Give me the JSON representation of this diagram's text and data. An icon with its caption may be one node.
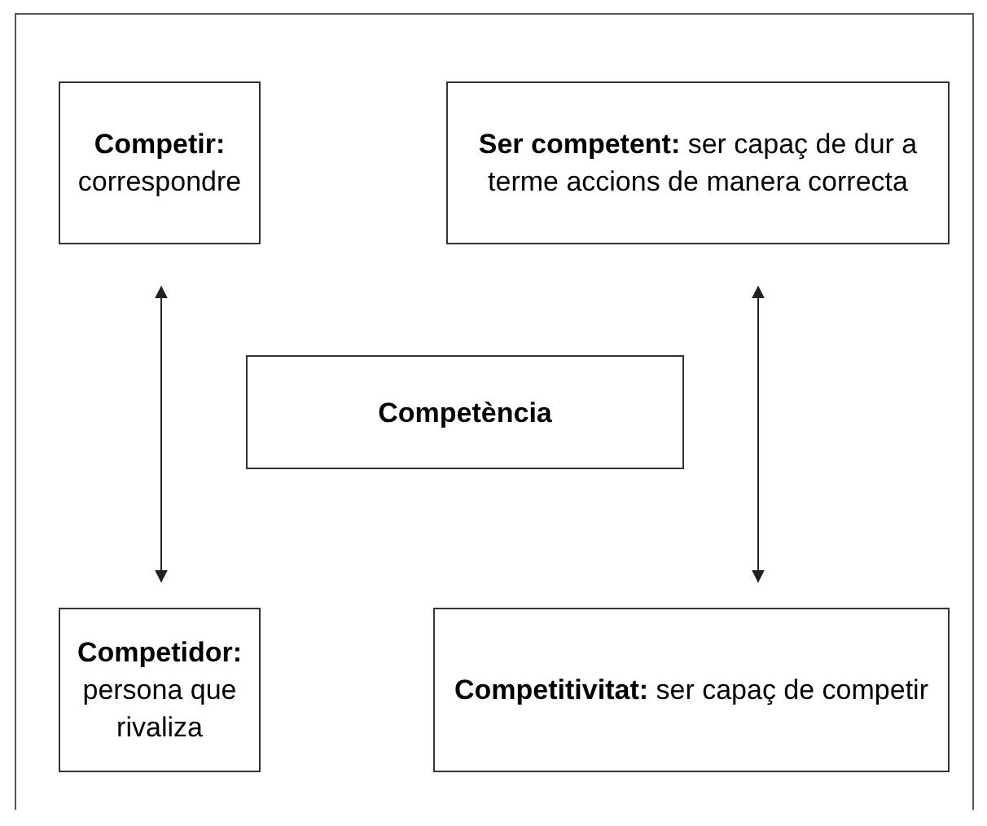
{
  "diagram": {
    "nodes": [
      {
        "text": [
          "**Competir:** correspondre"
        ]
      },
      {
        "text": [
          "**Ser competent:** ser capaç de dur a terme accions de manera correcta"
        ]
      },
      {
        "text": [
          "Competència"
        ]
      },
      {
        "text": [
          "**Competidor:** persona que rivaliza"
        ]
      },
      {
        "text": [
          "**Competitivitat:** ser capaç de competir"
        ]
      }
    ],
    "edges": [
      {
        "from": 0,
        "to": 3,
        "arrow": "both"
      },
      {
        "from": 1,
        "to": 4,
        "arrow": "both"
      }
    ]
  }
}
